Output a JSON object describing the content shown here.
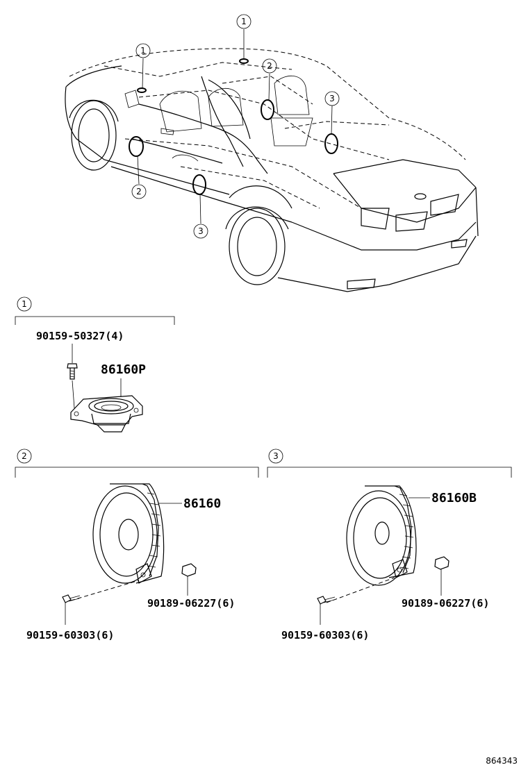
{
  "callouts": {
    "top_1a": "1",
    "top_1b": "1",
    "top_2a": "2",
    "top_2b": "2",
    "top_3a": "3",
    "top_3b": "3"
  },
  "section1": {
    "marker": "1",
    "bolt_part": "90159-50327(4)",
    "speaker_part": "86160P"
  },
  "section2": {
    "marker": "2",
    "speaker_part": "86160",
    "nut_part": "90189-06227(6)",
    "screw_part": "90159-60303(6)"
  },
  "section3": {
    "marker": "3",
    "speaker_part": "86160B",
    "nut_part": "90189-06227(6)",
    "screw_part": "90159-60303(6)"
  },
  "diagram_id": "864343"
}
